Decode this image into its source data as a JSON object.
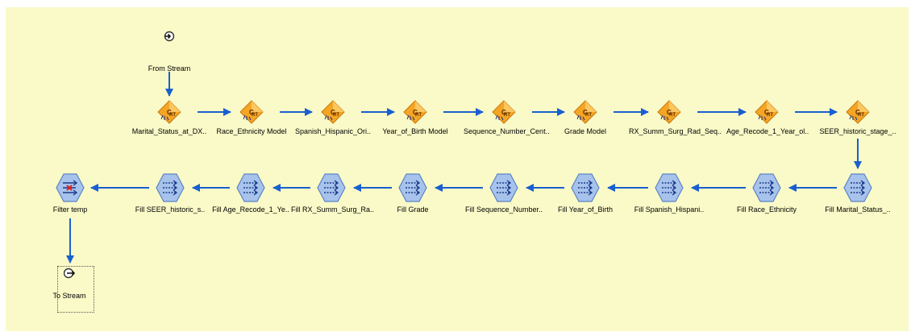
{
  "canvas": {
    "background": "#fafac8",
    "arrow_color": "#1a5fd0"
  },
  "terminals": {
    "from_stream": {
      "label": "From Stream",
      "icon": "stream-input-icon"
    },
    "to_stream": {
      "label": "To Stream",
      "icon": "stream-output-icon"
    }
  },
  "models": [
    {
      "label": "Marital_Status_at_DX..",
      "icon": "crt-model-icon"
    },
    {
      "label": "Race_Ethnicity Model",
      "icon": "crt-model-icon"
    },
    {
      "label": "Spanish_Hispanic_Ori..",
      "icon": "crt-model-icon"
    },
    {
      "label": "Year_of_Birth Model",
      "icon": "crt-model-icon"
    },
    {
      "label": "Sequence_Number_Cent..",
      "icon": "crt-model-icon"
    },
    {
      "label": "Grade Model",
      "icon": "crt-model-icon"
    },
    {
      "label": "RX_Summ_Surg_Rad_Seq..",
      "icon": "crt-model-icon"
    },
    {
      "label": "Age_Recode_1_Year_ol..",
      "icon": "crt-model-icon"
    },
    {
      "label": "SEER_historic_stage_..",
      "icon": "crt-model-icon"
    }
  ],
  "fillers": [
    {
      "label": "Fill Marital_Status_..",
      "icon": "filler-node-icon"
    },
    {
      "label": "Fill Race_Ethnicity",
      "icon": "filler-node-icon"
    },
    {
      "label": "Fill Spanish_Hispani..",
      "icon": "filler-node-icon"
    },
    {
      "label": "Fill Year_of_Birth",
      "icon": "filler-node-icon"
    },
    {
      "label": "Fill Sequence_Number..",
      "icon": "filler-node-icon"
    },
    {
      "label": "Fill Grade",
      "icon": "filler-node-icon"
    },
    {
      "label": "Fill RX_Summ_Surg_Ra..",
      "icon": "filler-node-icon"
    },
    {
      "label": "Fill Age_Recode_1_Ye..",
      "icon": "filler-node-icon"
    },
    {
      "label": "Fill SEER_historic_s..",
      "icon": "filler-node-icon"
    }
  ],
  "filter": {
    "label": "Filter temp",
    "icon": "filter-node-icon"
  }
}
